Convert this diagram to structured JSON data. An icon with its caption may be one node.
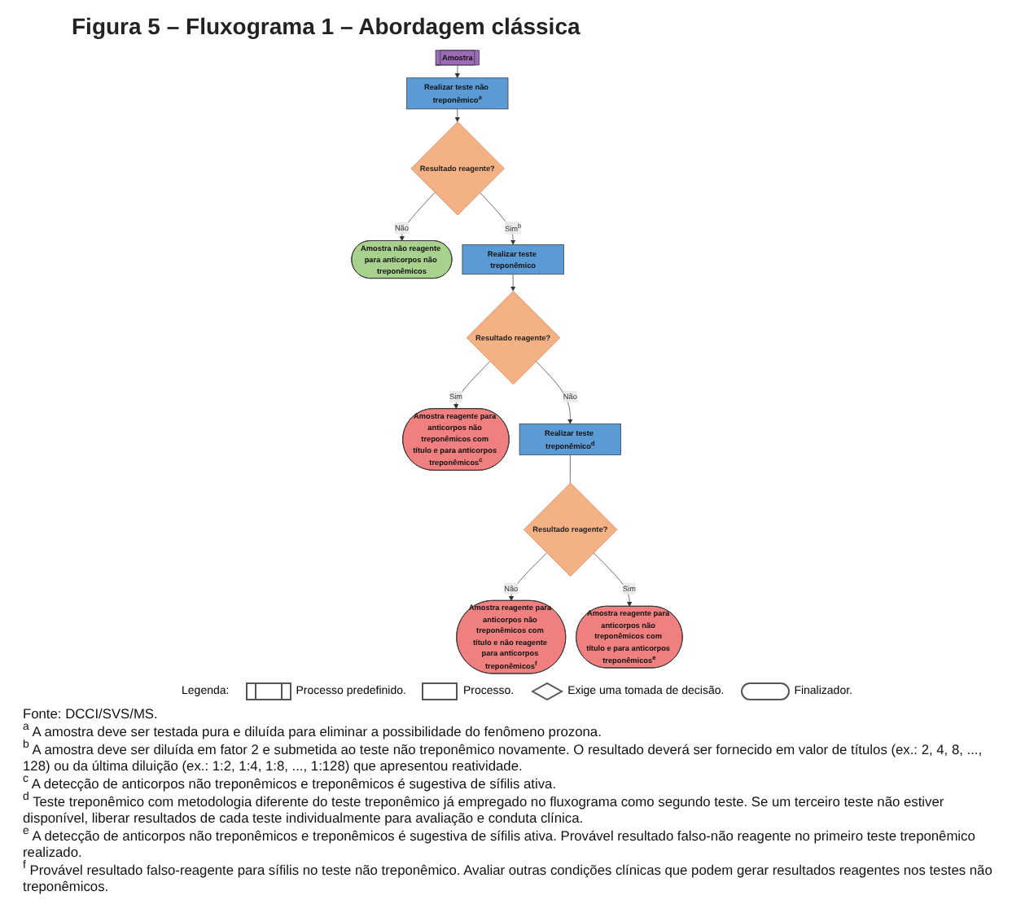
{
  "diagram": {
    "title": "Figura 5 – Fluxograma 1 – Abordagem clássica",
    "nodes": [
      {
        "text": [
          "Amostra"
        ]
      },
      {
        "text": [
          "Realizar teste não treponêmico$^{a}$"
        ]
      },
      {
        "text": [
          "Resultado reagente?"
        ]
      },
      {
        "text": [
          "Amostra não reagente para anticorpos não treponêmicos"
        ]
      },
      {
        "text": [
          "Realizar teste treponêmico"
        ]
      },
      {
        "text": [
          "Resultado reagente?"
        ]
      },
      {
        "text": [
          "Amostra reagente para anticorpos não treponêmicos com título e para anticorpos treponêmicos$^{c}$"
        ]
      },
      {
        "text": [
          "Realizar teste treponêmico$^{d}$"
        ]
      },
      {
        "text": [
          "Resultado reagente?"
        ]
      },
      {
        "text": [
          "Amostra reagente para anticorpos não treponêmicos com título e para anticorpos treponêmicos$^{e}$"
        ]
      },
      {
        "text": [
          "Amostra reagente para anticorpos não treponêmicos com título e não reagente para anticorpos treponêmicos$^{f}$"
        ]
      }
    ],
    "edges": [
      {
        "from": 0,
        "to": 1,
        "arrow": "to"
      },
      {
        "from": 1,
        "to": 2,
        "arrow": "to"
      },
      {
        "from": 2,
        "to": 4,
        "label": "Sim$^{b}$",
        "arrow": "to"
      },
      {
        "from": 2,
        "to": 3,
        "label": "Não",
        "arrow": "to"
      },
      {
        "from": 4,
        "to": 5,
        "arrow": "to"
      },
      {
        "from": 5,
        "to": 7,
        "label": "Não",
        "arrow": "to"
      },
      {
        "from": 5,
        "to": 6,
        "label": "Sim",
        "arrow": "to"
      },
      {
        "from": 7,
        "to": 8,
        "arrow": "none"
      },
      {
        "from": 8,
        "to": 10,
        "label": "Não",
        "arrow": "to"
      },
      {
        "from": 8,
        "to": 9,
        "label": "Sim",
        "arrow": "to"
      }
    ],
    "labels": [
      "Legenda:",
      "Fonte: DCCI/SVS/MS.",
      "$^{a}$ A amostra deve ser testada pura e diluída para eliminar a possibilidade do fenômeno prozona.",
      "$^{b}$ A amostra deve ser diluída em fator 2 e submetida ao teste não treponêmico novamente. O resultado deverá ser fornecido em valor de títulos (ex.: 2, 4, 8, ..., 128) ou da última diluição (ex.: 1:2, 1:4, 1:8, ..., 1:128) que apresentou reatividade.",
      "$^{c}$ A detecção de anticorpos não treponêmicos e treponêmicos é sugestiva de sífilis ativa.",
      "$^{d}$ Teste treponêmico com metodologia diferente do teste treponêmico já empregado no fluxograma como segundo teste. Se um terceiro teste não estiver disponível, liberar resultados de cada teste individualmente para avaliação e conduta clínica.",
      "$^{e}$ A detecção de anticorpos não treponêmicos e treponêmicos é sugestiva de sífilis ativa. Provável resultado falso-não reagente no primeiro teste treponêmico realizado.",
      "$^{f}$ Provável resultado falso-reagente para sífilis no teste não treponêmico. Avaliar outras condições clínicas que podem gerar resultados reagentes nos testes não treponêmicos."
    ],
    "legend": [
      {
        "text": "Processo predefinido."
      },
      {
        "text": "Processo."
      },
      {
        "text": "Exige uma tomada de decisão."
      },
      {
        "text": "Finalizador."
      }
    ]
  }
}
